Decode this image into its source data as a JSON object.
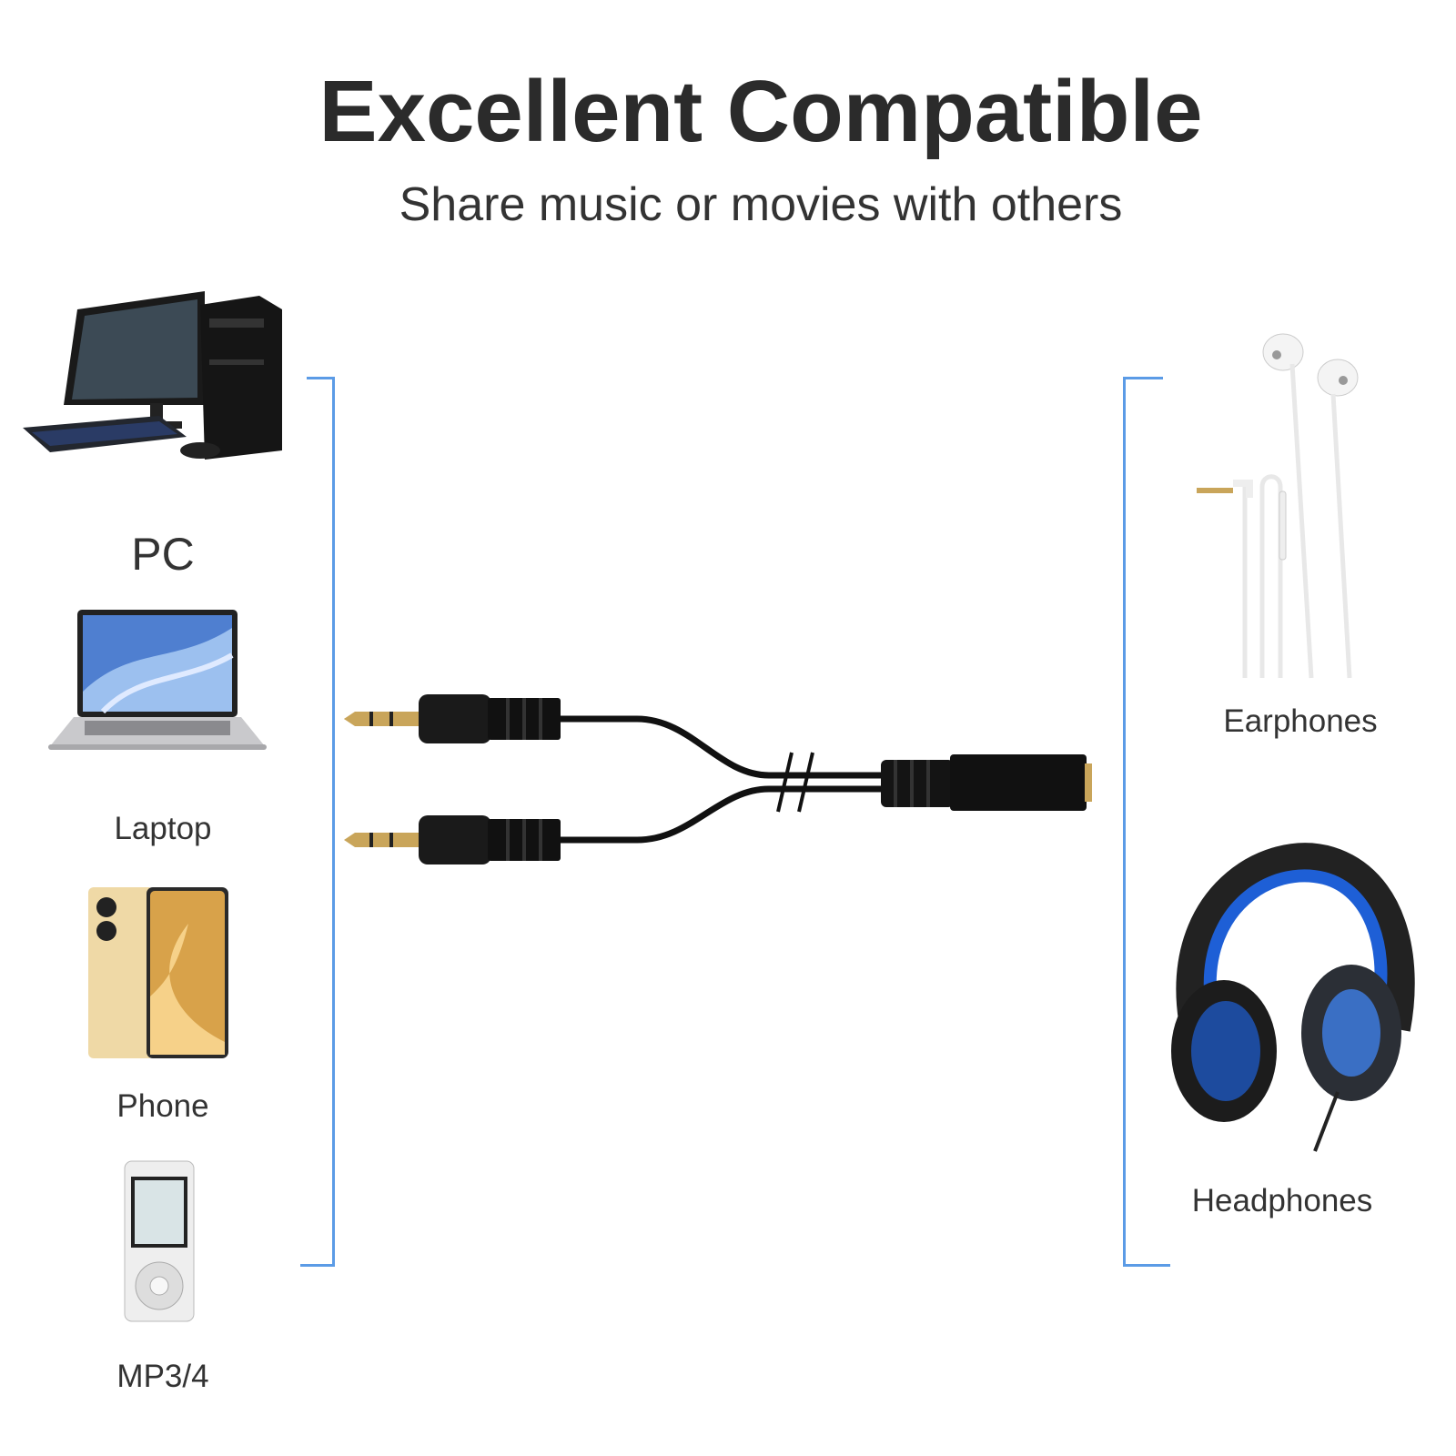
{
  "header": {
    "title": "Excellent Compatible",
    "subtitle": "Share music or movies with others"
  },
  "left_devices": [
    {
      "label": "PC",
      "icon": "desktop-pc-icon"
    },
    {
      "label": "Laptop",
      "icon": "laptop-icon"
    },
    {
      "label": "Phone",
      "icon": "smartphone-icon"
    },
    {
      "label": "MP3/4",
      "icon": "mp3-player-icon"
    }
  ],
  "right_devices": [
    {
      "label": "Earphones",
      "icon": "earphones-icon"
    },
    {
      "label": "Headphones",
      "icon": "headset-icon"
    }
  ],
  "colors": {
    "bracket": "#5b9be6",
    "cable": "#111111",
    "gold_plug": "#c9a55a",
    "headset_accent": "#1e5fd6"
  }
}
